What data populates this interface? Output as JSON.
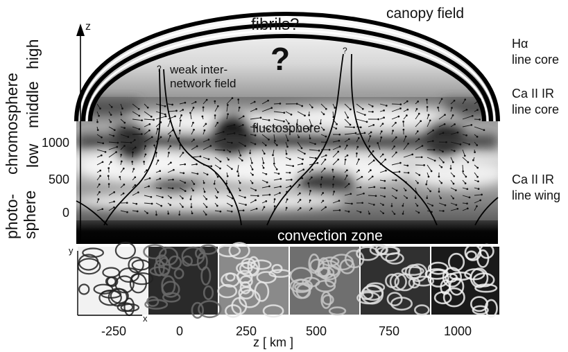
{
  "diagram": {
    "top_labels": {
      "canopy": "canopy field",
      "fibrils": "fibrils?",
      "big_question": "?",
      "small_question_left": "?",
      "small_question_right": "?",
      "weak_field": "weak inter-\nnetwork field",
      "fluctosphere": "fluctosphere",
      "convection": "convection zone"
    },
    "z_axis": {
      "label": "z",
      "ticks": [
        "1000",
        "500",
        "0"
      ]
    },
    "left_labels": {
      "chromosphere": "chromosphere",
      "photosphere_1": "photo-",
      "photosphere_2": "sphere",
      "high": "high",
      "middle": "middle",
      "low": "low"
    },
    "right_labels": {
      "halpha": "Hα\nline core",
      "ca_core": "Ca II IR\nline core",
      "ca_wing": "Ca II IR\nline wing"
    },
    "panels": {
      "y_label": "y",
      "x_label": "x",
      "x_ticks": [
        "-250",
        "0",
        "250",
        "500",
        "750",
        "1000"
      ],
      "x_title": "z [ km ]"
    }
  }
}
